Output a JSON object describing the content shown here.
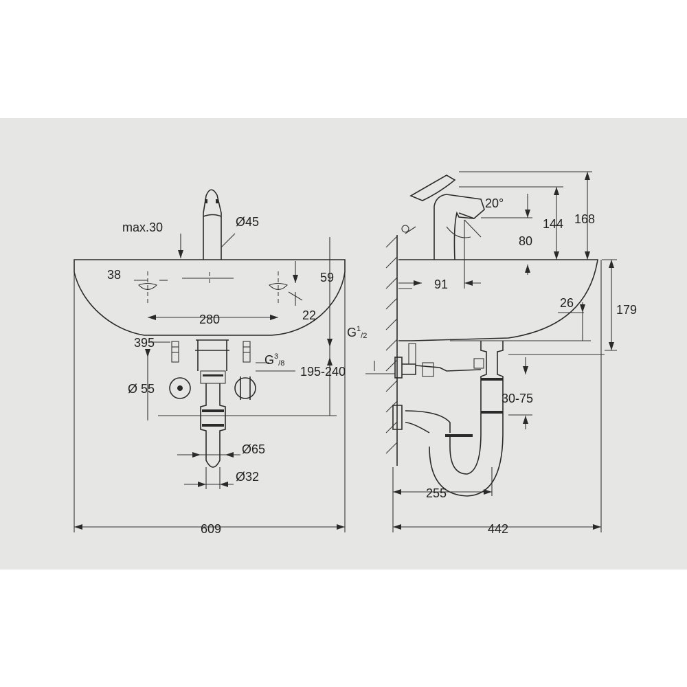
{
  "front_view": {
    "labels": {
      "tap_projection": "max.30",
      "spout_diameter": "Ø45",
      "valve_offset": "38",
      "rim_to_hole": "59",
      "hole_spacing": "280",
      "hole_depth": "22",
      "valve_height": "395",
      "thread_size_main": "G",
      "thread_size_sup": "3",
      "thread_size_sub": "/8",
      "trap_height": "195-240",
      "rosette_diameter": "Ø 55",
      "trap_outer_diameter": "Ø65",
      "waste_pipe_diameter": "Ø32",
      "basin_width": "609"
    }
  },
  "side_view": {
    "labels": {
      "lever_angle": "20°",
      "tap_height_total": "168",
      "tap_height_lever": "144",
      "spout_height": "80",
      "spout_reach": "91",
      "basin_depth_front": "26",
      "basin_height": "179",
      "waste_thread_main": "G",
      "waste_thread_sup": "1",
      "waste_thread_sub": "/2",
      "trap_adjust": "30-75",
      "wall_to_trap": "255",
      "basin_projection": "442"
    }
  }
}
